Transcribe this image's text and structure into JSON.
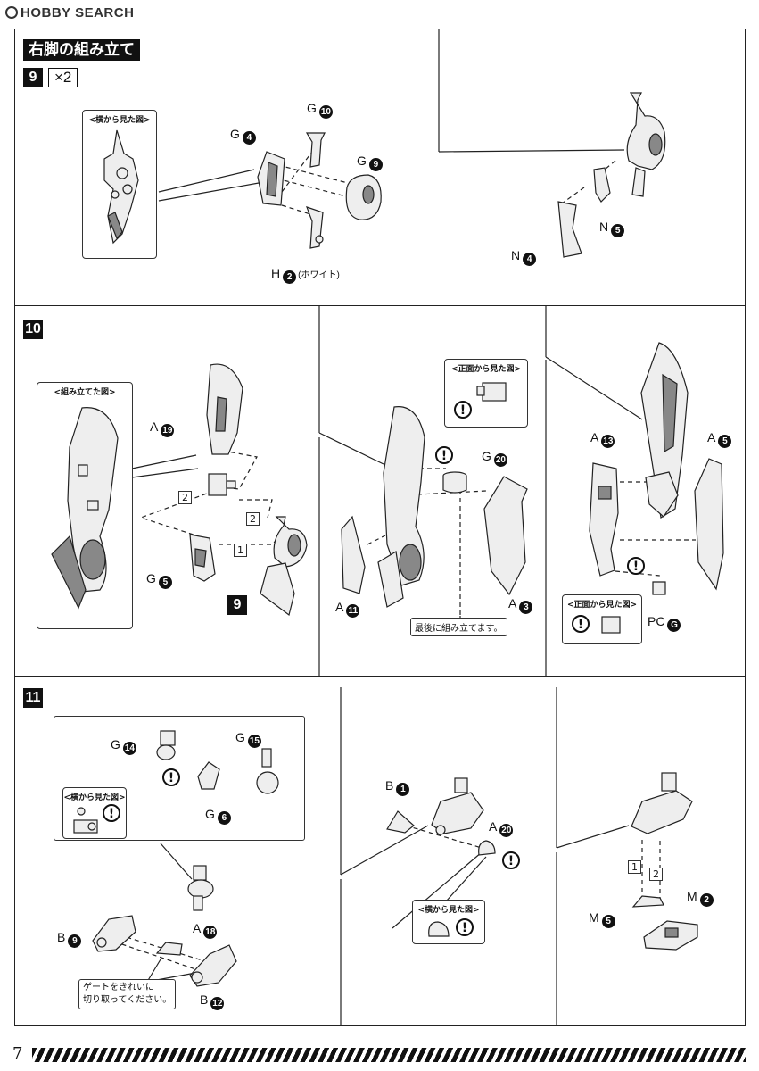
{
  "header": {
    "site_name": "HOBBY SEARCH"
  },
  "section_title": "右脚の組み立て",
  "step9": {
    "num": "9",
    "multiplier": "×2"
  },
  "step10": {
    "num": "10"
  },
  "step11": {
    "num": "11"
  },
  "insets": {
    "side_view": "<横から見た図>",
    "assembled_view": "<組み立てた図>",
    "front_view": "<正面から見た図>"
  },
  "notes": {
    "assemble_last": "最後に組み立てます。",
    "clean_gate": "ゲートをきれいに\n切り取ってください。"
  },
  "parts": {
    "g4": {
      "letter": "G",
      "num": "4"
    },
    "g10": {
      "letter": "G",
      "num": "10"
    },
    "g9": {
      "letter": "G",
      "num": "9"
    },
    "h2": {
      "letter": "H",
      "num": "2",
      "note": "(ホワイト)"
    },
    "n4": {
      "letter": "N",
      "num": "4"
    },
    "n5": {
      "letter": "N",
      "num": "5"
    },
    "a19": {
      "letter": "A",
      "num": "19"
    },
    "g5": {
      "letter": "G",
      "num": "5"
    },
    "g20": {
      "letter": "G",
      "num": "20"
    },
    "a11": {
      "letter": "A",
      "num": "11"
    },
    "a3": {
      "letter": "A",
      "num": "3"
    },
    "a13": {
      "letter": "A",
      "num": "13"
    },
    "a5": {
      "letter": "A",
      "num": "5"
    },
    "pcg": {
      "letter": "PC",
      "num": "G"
    },
    "g14": {
      "letter": "G",
      "num": "14"
    },
    "g15": {
      "letter": "G",
      "num": "15"
    },
    "g6": {
      "letter": "G",
      "num": "6"
    },
    "b9": {
      "letter": "B",
      "num": "9"
    },
    "a18": {
      "letter": "A",
      "num": "18"
    },
    "b12": {
      "letter": "B",
      "num": "12"
    },
    "b1": {
      "letter": "B",
      "num": "1"
    },
    "a20": {
      "letter": "A",
      "num": "20"
    },
    "m2": {
      "letter": "M",
      "num": "2"
    },
    "m5": {
      "letter": "M",
      "num": "5"
    }
  },
  "sub_steps": {
    "one": "1",
    "two": "2"
  },
  "ref_step": "9",
  "warn_mark": "!",
  "page_number": "7"
}
